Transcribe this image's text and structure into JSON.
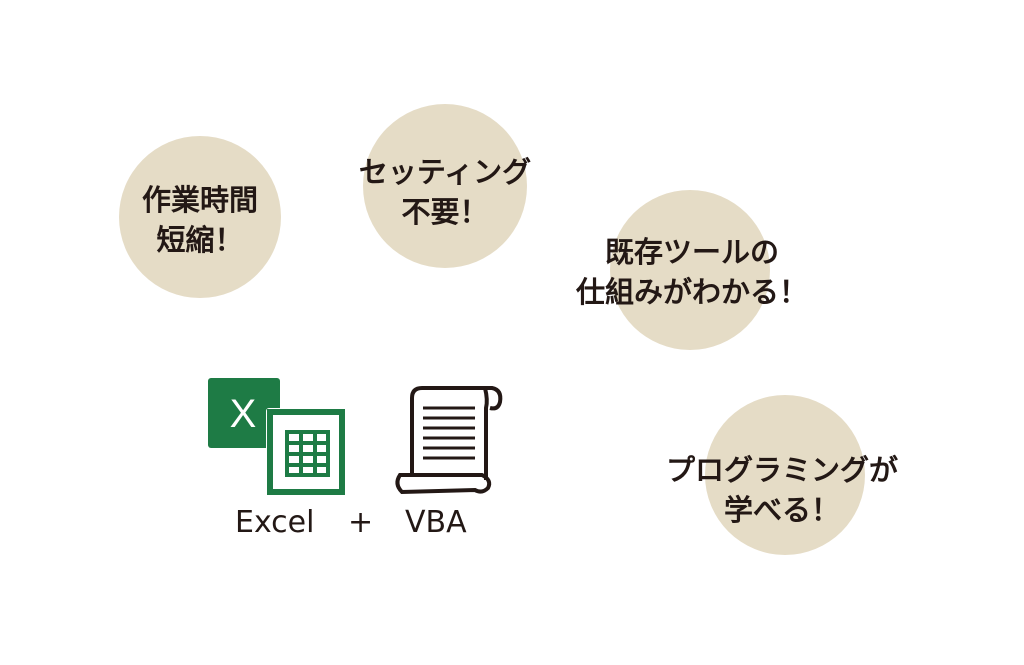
{
  "benefits": [
    {
      "line1": "作業時間",
      "line2": "短縮！"
    },
    {
      "line1": "セッティング",
      "line2": "不要！"
    },
    {
      "line1": "既存ツールの",
      "line2": "仕組みがわかる！"
    },
    {
      "line1": "プログラミングが",
      "line2": "学べる！"
    }
  ],
  "labels": {
    "excel": "Excel",
    "plus": "+",
    "vba": "VBA",
    "excel_icon_letter": "X"
  },
  "colors": {
    "circle": "#e5dcc6",
    "excel_green": "#1e7b45",
    "text": "#231815"
  }
}
